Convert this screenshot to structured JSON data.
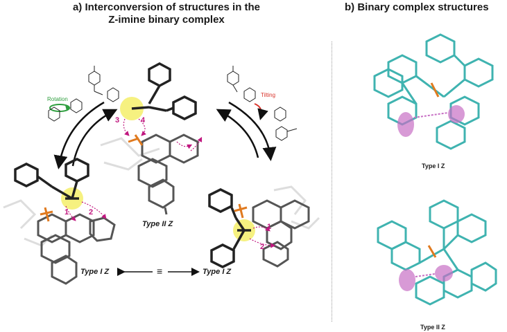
{
  "panel_a": {
    "title_line1": "a) Interconversion of structures in the",
    "title_line2": "Z-imine binary complex",
    "rotation_label": "Rotation",
    "tilting_label": "Tilting",
    "label_top": "Type II Z",
    "label_bottom_left": "Type I Z",
    "label_bottom_right": "Type I Z",
    "equiv_symbol": "≡",
    "markers": [
      "1",
      "2",
      "3",
      "4",
      "1",
      "2"
    ]
  },
  "panel_b": {
    "title": "b) Binary complex structures",
    "label_top": "Type I Z",
    "label_bottom": "Type II Z"
  },
  "colors": {
    "rotation": "#2e9e3e",
    "tilting": "#d9332a",
    "highlight": "#f4ee6a",
    "marker": "#c0177f",
    "phosphorus": "#e07a1f",
    "teal_model": "#3fb3b0",
    "ring_fill": "#c76fc4"
  }
}
